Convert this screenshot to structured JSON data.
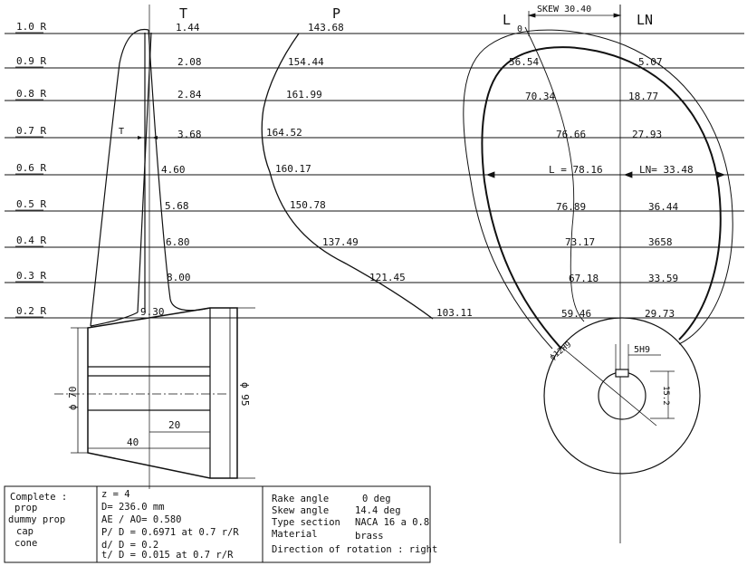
{
  "radius_labels": [
    "1.0 R",
    "0.9 R",
    "0.8 R",
    "0.7 R",
    "0.6 R",
    "0.5 R",
    "0.4 R",
    "0.3 R",
    "0.2 R"
  ],
  "headers": {
    "thickness": "T",
    "pitch": "P",
    "chord_leading": "L",
    "leading_origin": "0",
    "skew": "SKEW 30.40",
    "chord_trailing": "LN"
  },
  "thickness_values": [
    "1.44",
    "2.08",
    "2.84",
    "3.68",
    "4.60",
    "5.68",
    "6.80",
    "8.00",
    "9.30"
  ],
  "thickness_marker": "T",
  "pitch_values": [
    "143.68",
    "154.44",
    "161.99",
    "164.52",
    "160.17",
    "150.78",
    "137.49",
    "121.45",
    "103.11"
  ],
  "chord_l_values": [
    "56.54",
    "70.34",
    "76.66",
    "L = 78.16",
    "76.89",
    "73.17",
    "67.18",
    "59.46"
  ],
  "chord_ln_values": [
    "5.07",
    "18.77",
    "27.93",
    "LN= 33.48",
    "36.44",
    "3658",
    "33.59",
    "29.73"
  ],
  "hub_dims": {
    "bore_dia": "ϕ 70",
    "length_a": "20",
    "length_b": "40",
    "outer_dia": "ϕ 95"
  },
  "hub_section": {
    "bore": "ϕ12H9",
    "keyway_width": "5H9",
    "keyway_depth": "15.2"
  },
  "table": {
    "components": [
      "Complete :",
      "prop",
      "dummy prop",
      "cap",
      "cone"
    ],
    "geometry": [
      "z = 4",
      "D= 236.0 mm",
      "AE / AO= 0.580",
      "P/ D = 0.6971  at  0.7 r/R",
      "d/ D = 0.2",
      "t/ D = 0.015   at  0.7 r/R"
    ],
    "properties": [
      {
        "label": "Rake angle",
        "value": "0 deg"
      },
      {
        "label": "Skew  angle",
        "value": "14.4 deg"
      },
      {
        "label": "Type  section",
        "value": "NACA 16 a 0.8"
      },
      {
        "label": "Material",
        "value": "brass"
      }
    ],
    "rotation": "Direction of  rotation :  right"
  }
}
